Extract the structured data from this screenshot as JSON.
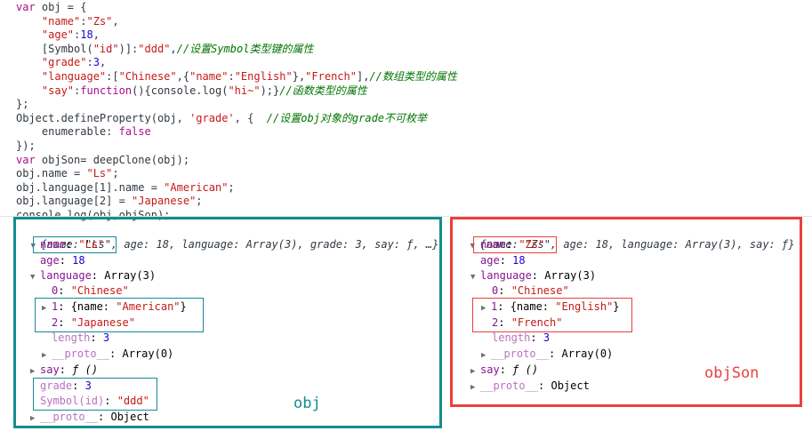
{
  "code": {
    "l1": {
      "a": "var",
      "b": " obj = {"
    },
    "l2": {
      "indent": "    ",
      "k": "\"name\"",
      "c": ":",
      "v": "\"Zs\"",
      "e": ","
    },
    "l3": {
      "indent": "    ",
      "k": "\"age\"",
      "c": ":",
      "v": "18",
      "e": ","
    },
    "l4": {
      "indent": "    ",
      "a": "[Symbol(",
      "k": "\"id\"",
      "b": ")]:",
      "v": "\"ddd\"",
      "e": ",",
      "cm": "//设置Symbol类型键的属性"
    },
    "l5": {
      "indent": "    ",
      "k": "\"grade\"",
      "c": ":",
      "v": "3",
      "e": ","
    },
    "l6": {
      "indent": "    ",
      "k": "\"language\"",
      "a": ":[",
      "s1": "\"Chinese\"",
      "b": ",{",
      "s2": "\"name\"",
      "c": ":",
      "s3": "\"English\"",
      "d": "},",
      "s4": "\"French\"",
      "e": "],",
      "cm": "//数组类型的属性"
    },
    "l7": {
      "indent": "    ",
      "k": "\"say\"",
      "a": ":",
      "kw": "function",
      "b": "(){console.log(",
      "s": "\"hi~\"",
      "c": ");}",
      "cm": "//函数类型的属性"
    },
    "l8": "};",
    "l9": {
      "a": "Object.defineProperty(obj, ",
      "s": "'grade'",
      "b": ", {  ",
      "cm": "//设置obj对象的grade不可枚举"
    },
    "l10": {
      "indent": "    ",
      "a": "enumerable: ",
      "kw": "false"
    },
    "l11": "});",
    "l12": {
      "kw": "var",
      "a": " objSon= deepClone(obj);"
    },
    "l13": {
      "a": "obj.name = ",
      "s": "\"Ls\"",
      "b": ";"
    },
    "l14": {
      "a": "obj.language[1].name = ",
      "s": "\"American\"",
      "b": ";"
    },
    "l15": {
      "a": "obj.language[2] = ",
      "s": "\"Japanese\"",
      "b": ";"
    },
    "l16": "console.log(obj,objSon);"
  },
  "obj_panel": {
    "summary": "{name: \"Ls\", age: 18, language: Array(3), grade: 3, say: ƒ, …}",
    "name_key": "name",
    "name_val": "\"Ls\"",
    "age_key": "age",
    "age_val": "18",
    "lang_key": "language",
    "lang_val": "Array(3)",
    "i0_key": "0",
    "i0_val": "\"Chinese\"",
    "i1_key": "1",
    "i1_pre": "{name: ",
    "i1_val": "\"American\"",
    "i1_post": "}",
    "i2_key": "2",
    "i2_val": "\"Japanese\"",
    "length_key": "length",
    "length_val": "3",
    "aproto_key": "__proto__",
    "aproto_val": "Array(0)",
    "say_key": "say",
    "say_val": "ƒ ()",
    "grade_key": "grade",
    "grade_val": "3",
    "sym_key": "Symbol(id)",
    "sym_val": "\"ddd\"",
    "proto_key": "__proto__",
    "proto_val": "Object",
    "caption": "obj"
  },
  "son_panel": {
    "summary": "{name: \"Zs\", age: 18, language: Array(3), say: ƒ}",
    "name_key": "name",
    "name_val": "\"Zs\"",
    "age_key": "age",
    "age_val": "18",
    "lang_key": "language",
    "lang_val": "Array(3)",
    "i0_key": "0",
    "i0_val": "\"Chinese\"",
    "i1_key": "1",
    "i1_pre": "{name: ",
    "i1_val": "\"English\"",
    "i1_post": "}",
    "i2_key": "2",
    "i2_val": "\"French\"",
    "length_key": "length",
    "length_val": "3",
    "aproto_key": "__proto__",
    "aproto_val": "Array(0)",
    "say_key": "say",
    "say_val": "ƒ ()",
    "proto_key": "__proto__",
    "proto_val": "Object",
    "caption": "objSon"
  },
  "icons": {
    "expanded": "▼",
    "collapsed": "▶"
  },
  "colors": {
    "obj_frame": "#148c8c",
    "son_frame": "#e8413c",
    "string": "#c41a16",
    "number": "#1c00cf",
    "comment": "#007400",
    "keyword": "#aa0d91",
    "property": "#881391"
  }
}
